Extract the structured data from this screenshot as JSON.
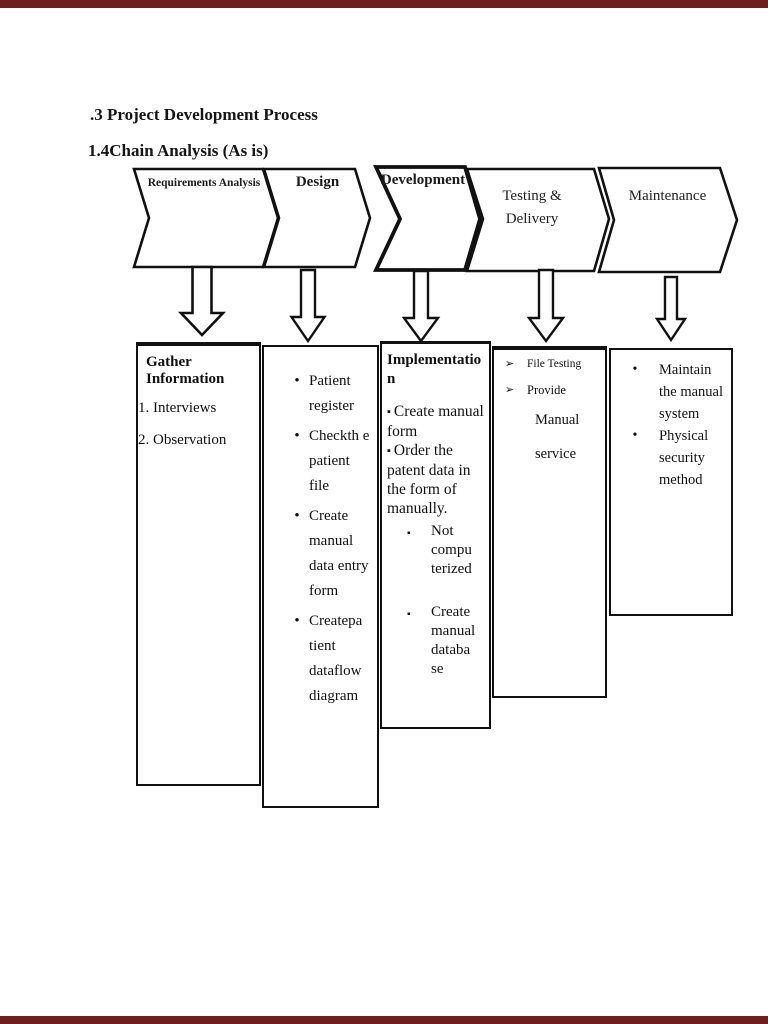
{
  "page": {
    "heading1": ".3 Project Development Process",
    "heading2": "1.4Chain Analysis (As is)"
  },
  "icons": {
    "bullet_dot": "•",
    "bullet_square": "▪",
    "bullet_arrow": "➢"
  },
  "colors": {
    "page_bg": "#ffffff",
    "viewer_chrome_bar": "#701d1d",
    "line": "#111111"
  },
  "chevrons": [
    {
      "label": "Requirements Analysis"
    },
    {
      "label": "Design"
    },
    {
      "label": "Development"
    },
    {
      "label": "Testing & Delivery"
    },
    {
      "label": "Maintenance"
    }
  ],
  "boxes": {
    "requirements": {
      "heading": "Gather Information",
      "items": [
        "1. Interviews",
        "2. Observation"
      ]
    },
    "design": {
      "items": [
        "Patient register",
        "Checkth e patient file",
        "Create manual data entry form",
        "Createpa tient dataflow diagram"
      ]
    },
    "development": {
      "heading": "Implementatio n",
      "items": [
        "Create manual form",
        "Order the patent data in the form of manually."
      ],
      "subitems": [
        "Not compu terized",
        "Create manual databa se"
      ]
    },
    "testing": {
      "item1": "File Testing",
      "item2": "Provide",
      "item2_lines": [
        "Manual",
        "service"
      ]
    },
    "maintenance": {
      "items": [
        "Maintain the manual system",
        "Physical security method"
      ]
    }
  }
}
